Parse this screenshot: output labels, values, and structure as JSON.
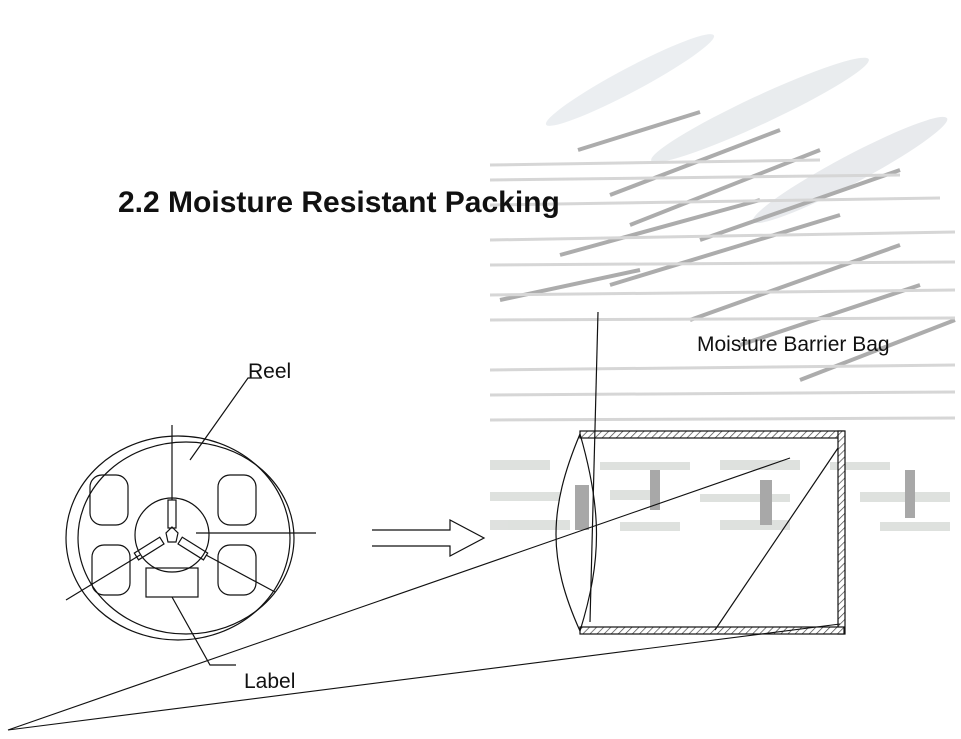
{
  "section_title": "2.2 Moisture Resistant Packing",
  "labels": {
    "reel": "Reel",
    "label": "Label",
    "bag": "Moisture Barrier Bag"
  },
  "colors": {
    "line": "#111111",
    "hatch": "#555555",
    "smear": "#cfcfcf",
    "smear_dark": "#9a9a9a"
  }
}
